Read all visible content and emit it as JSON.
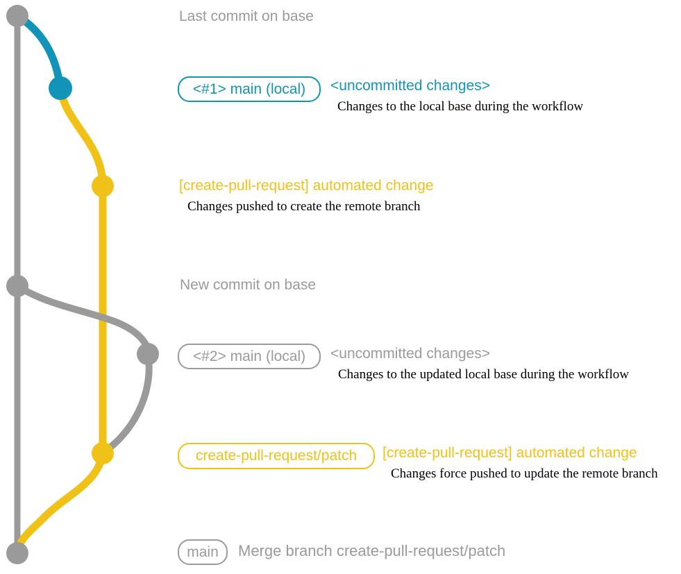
{
  "colors": {
    "gray": "#9a9a9a",
    "blue": "#1294b8",
    "yellow": "#f0c116",
    "ink": "#000000",
    "background": "#ffffff"
  },
  "graph": {
    "branches": [
      "base",
      "main (local)",
      "create-pull-request/patch"
    ],
    "commits": [
      {
        "name": "last-commit-on-base",
        "branch": "base",
        "color": "gray"
      },
      {
        "name": "uncommitted-changes-1",
        "branch": "main (local)",
        "color": "blue"
      },
      {
        "name": "automated-change-1",
        "branch": "create-pull-request/patch",
        "color": "yellow"
      },
      {
        "name": "new-commit-on-base",
        "branch": "base",
        "color": "gray"
      },
      {
        "name": "uncommitted-changes-2",
        "branch": "main (local)",
        "color": "gray"
      },
      {
        "name": "automated-change-2",
        "branch": "create-pull-request/patch",
        "color": "yellow"
      },
      {
        "name": "merge-commit",
        "branch": "base",
        "color": "gray"
      }
    ]
  },
  "annotations": {
    "last_commit": {
      "title": "Last commit on base"
    },
    "step1": {
      "badge": "<#1> main (local)",
      "note": "<uncommitted changes>",
      "desc": "Changes to the local base during the workflow"
    },
    "step2": {
      "title": "[create-pull-request] automated change",
      "desc": "Changes pushed to create the remote branch"
    },
    "new_commit": {
      "title": "New commit on base"
    },
    "step3": {
      "badge": "<#2> main (local)",
      "note": "<uncommitted changes>",
      "desc": "Changes to the updated local base during the workflow"
    },
    "step4": {
      "badge": "create-pull-request/patch",
      "note": "[create-pull-request] automated change",
      "desc": "Changes force pushed to update the remote branch"
    },
    "merge": {
      "badge": "main",
      "note": "Merge branch create-pull-request/patch"
    }
  }
}
